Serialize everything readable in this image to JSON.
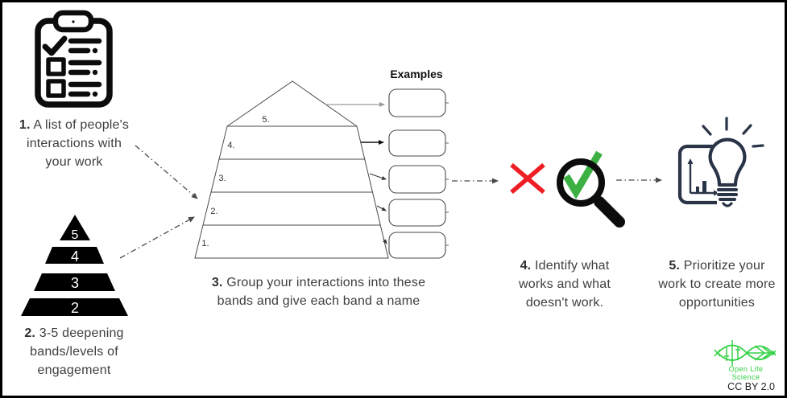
{
  "header": {
    "examples_label": "Examples"
  },
  "captions": {
    "step1": {
      "num": "1.",
      "lines": [
        "A list of people's",
        "interactions with",
        "your work"
      ]
    },
    "step2": {
      "num": "2.",
      "lines": [
        "3-5 deepening",
        "bands/levels of",
        "engagement"
      ]
    },
    "step3": {
      "num": "3.",
      "lines": [
        "Group your interactions into these",
        "bands and give each band a name"
      ]
    },
    "step4": {
      "num": "4.",
      "lines": [
        "Identify what",
        "works and what",
        "doesn't work."
      ]
    },
    "step5": {
      "num": "5.",
      "lines": [
        "Prioritize your",
        "work to create more",
        "opportunities"
      ]
    }
  },
  "black_pyramid": {
    "levels": [
      "5",
      "4",
      "3",
      "2"
    ]
  },
  "main_pyramid": {
    "band_labels": [
      "5.",
      "4.",
      "3.",
      "2.",
      "1."
    ]
  },
  "examples": {
    "box_count": 5
  },
  "footer": {
    "logo_text": "Open Life Science",
    "license": "CC BY 2.0"
  },
  "icons": {
    "step1": "clipboard-checklist-icon",
    "step2": "black-pyramid-icon",
    "step4a": "red-cross-icon",
    "step4b": "magnifier-check-icon",
    "step5": "lightbulb-chart-icon",
    "logo": "open-life-science-dna-icon"
  },
  "colors": {
    "text": "#3e3e3e",
    "red_x": "#ee1e24",
    "check_green": "#3cb043",
    "logo_green": "#33d146",
    "bulb_navy": "#2a3447",
    "line": "#4a4a4a"
  }
}
